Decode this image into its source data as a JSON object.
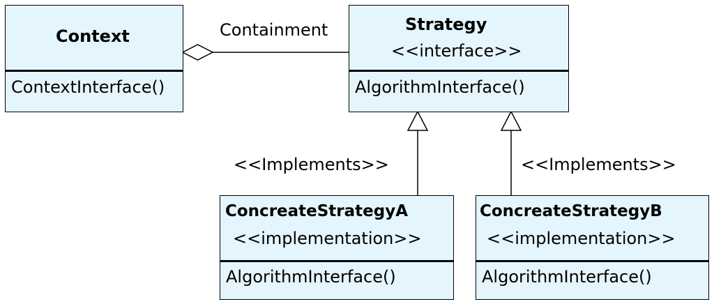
{
  "context": {
    "name": "Context",
    "method": "ContextInterface()"
  },
  "strategy": {
    "name": "Strategy",
    "stereotype": "<<interface>>",
    "method": "AlgorithmInterface()"
  },
  "concrete_a": {
    "name": "ConcreateStrategyA",
    "stereotype": "<<implementation>>",
    "method": "AlgorithmInterface()"
  },
  "concrete_b": {
    "name": "ConcreateStrategyB",
    "stereotype": "<<implementation>>",
    "method": "AlgorithmInterface()"
  },
  "relations": {
    "containment_label": "Containment",
    "implements_a_label": "<<Implements>>",
    "implements_b_label": "<<Implements>>"
  },
  "colors": {
    "box_fill": "#e5f5fd",
    "stroke": "#000000"
  }
}
